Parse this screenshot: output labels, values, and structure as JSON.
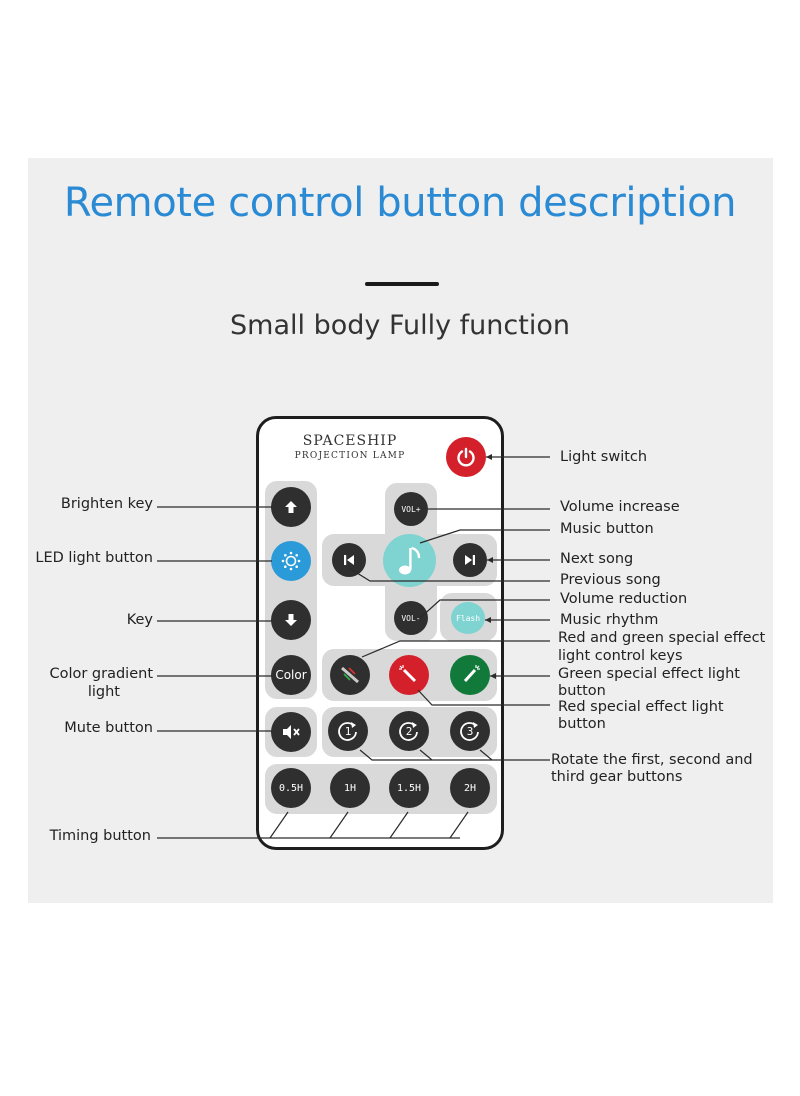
{
  "title": "Remote control button description",
  "subtitle": "Small body  Fully function",
  "remote": {
    "brand_line1": "SPACESHIP",
    "brand_line2": "PROJECTION LAMP",
    "buttons": {
      "vol_plus": "VOL+",
      "vol_minus": "VOL-",
      "flash": "Flash",
      "color": "Color",
      "t1": "0.5H",
      "t2": "1H",
      "t3": "1.5H",
      "t4": "2H",
      "r1": "1",
      "r2": "2",
      "r3": "3"
    }
  },
  "labels": {
    "left": {
      "brighten": "Brighten key",
      "led": "LED light button",
      "key": "Key",
      "color_gradient_1": "Color gradient",
      "color_gradient_2": "light",
      "mute": "Mute button",
      "timing": "Timing button"
    },
    "right": {
      "light_switch": "Light switch",
      "volume_increase": "Volume increase",
      "music_button": "Music button",
      "next_song": "Next song",
      "previous_song": "Previous song",
      "volume_reduction": "Volume reduction",
      "music_rhythm": "Music rhythm",
      "rg_effect_1": "Red and green special effect",
      "rg_effect_2": "light control keys",
      "green_effect_1": "Green special effect light",
      "green_effect_2": "button",
      "red_effect_1": "Red special effect light",
      "red_effect_2": "button",
      "rotate_1": "Rotate the first, second and",
      "rotate_2": "third gear buttons"
    }
  },
  "colors": {
    "title": "#2a8ad4",
    "power": "#d4202a",
    "led": "#2a9ad8",
    "music": "#7fd3d0",
    "flash": "#7fd3d0",
    "red_fx": "#d4202a",
    "green_fx": "#117a3a"
  }
}
